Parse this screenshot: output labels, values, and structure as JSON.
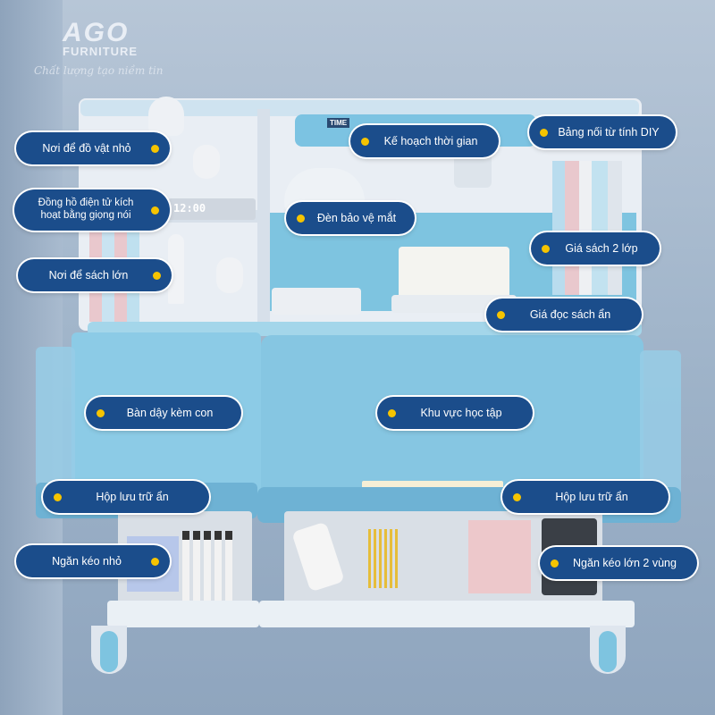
{
  "brand": {
    "logo_text": "AGO",
    "logo_sub": "FURNITURE",
    "tagline": "Chất lượng tạo niềm tin"
  },
  "desk_details": {
    "clock_display": "12:00",
    "time_panel_label": "TIME"
  },
  "callouts": [
    {
      "id": "small-items-shelf",
      "text": "Nơi để đồ vật nhỏ",
      "dot_side": "right"
    },
    {
      "id": "time-plan",
      "text": "Kế hoạch thời gian",
      "dot_side": "left"
    },
    {
      "id": "diy-magnetic-board",
      "text": "Bảng nối từ tính DIY",
      "dot_side": "left"
    },
    {
      "id": "voice-clock",
      "text": "Đồng hồ điện tử kích hoạt bằng giọng nói",
      "dot_side": "right"
    },
    {
      "id": "eye-lamp",
      "text": "Đèn bảo vệ mắt",
      "dot_side": "left"
    },
    {
      "id": "two-tier-shelf",
      "text": "Giá sách 2 lớp",
      "dot_side": "left"
    },
    {
      "id": "large-book-shelf",
      "text": "Nơi để sách lớn",
      "dot_side": "right"
    },
    {
      "id": "hidden-book-stand",
      "text": "Giá đọc sách ẩn",
      "dot_side": "left"
    },
    {
      "id": "parent-desk",
      "text": "Bàn dậy kèm con",
      "dot_side": "left"
    },
    {
      "id": "study-area",
      "text": "Khu vực học tập",
      "dot_side": "left"
    },
    {
      "id": "hidden-storage-left",
      "text": "Hộp lưu trữ ẩn",
      "dot_side": "left"
    },
    {
      "id": "hidden-storage-right",
      "text": "Hộp lưu trữ ẩn",
      "dot_side": "left"
    },
    {
      "id": "small-drawer",
      "text": "Ngăn kéo nhỏ",
      "dot_side": "right"
    },
    {
      "id": "large-drawer",
      "text": "Ngăn kéo lớn 2 vùng",
      "dot_side": "left"
    }
  ],
  "colors": {
    "callout_bg": "#1b4d8b",
    "callout_dot": "#f6c400",
    "desk_blue": "#86c6e2"
  }
}
